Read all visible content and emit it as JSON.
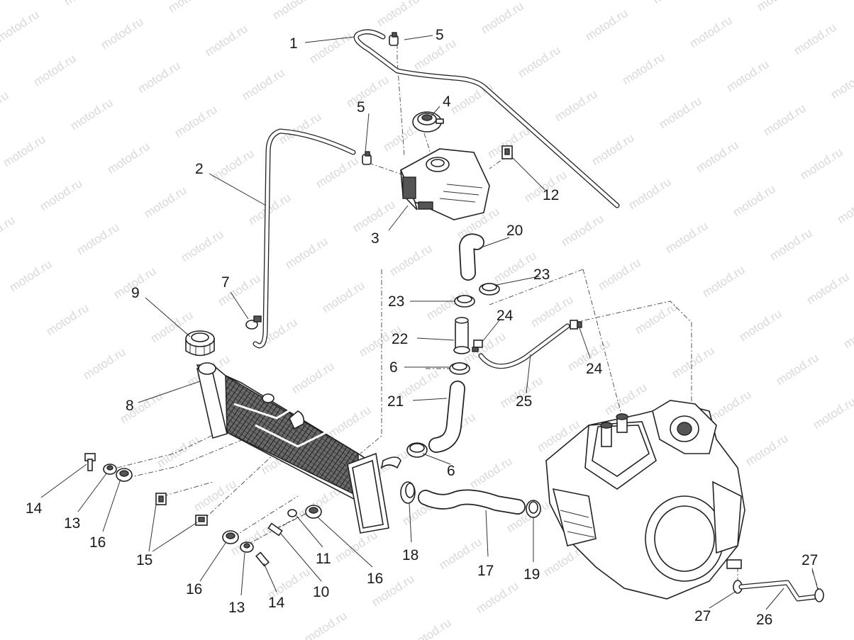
{
  "watermark": {
    "text": "motod.ru"
  },
  "callouts": [
    {
      "id": "c1",
      "label": "1"
    },
    {
      "id": "c5a",
      "label": "5"
    },
    {
      "id": "c5b",
      "label": "5"
    },
    {
      "id": "c4",
      "label": "4"
    },
    {
      "id": "c2",
      "label": "2"
    },
    {
      "id": "c12",
      "label": "12"
    },
    {
      "id": "c3",
      "label": "3"
    },
    {
      "id": "c20",
      "label": "20"
    },
    {
      "id": "c23a",
      "label": "23"
    },
    {
      "id": "c23b",
      "label": "23"
    },
    {
      "id": "c7",
      "label": "7"
    },
    {
      "id": "c9",
      "label": "9"
    },
    {
      "id": "c24a",
      "label": "24"
    },
    {
      "id": "c24b",
      "label": "24"
    },
    {
      "id": "c22",
      "label": "22"
    },
    {
      "id": "c6a",
      "label": "6"
    },
    {
      "id": "c6b",
      "label": "6"
    },
    {
      "id": "c8",
      "label": "8"
    },
    {
      "id": "c21",
      "label": "21"
    },
    {
      "id": "c25",
      "label": "25"
    },
    {
      "id": "c14a",
      "label": "14"
    },
    {
      "id": "c14b",
      "label": "14"
    },
    {
      "id": "c13a",
      "label": "13"
    },
    {
      "id": "c13b",
      "label": "13"
    },
    {
      "id": "c16a",
      "label": "16"
    },
    {
      "id": "c16b",
      "label": "16"
    },
    {
      "id": "c16c",
      "label": "16"
    },
    {
      "id": "c15",
      "label": "15"
    },
    {
      "id": "c11",
      "label": "11"
    },
    {
      "id": "c10",
      "label": "10"
    },
    {
      "id": "c18",
      "label": "18"
    },
    {
      "id": "c17",
      "label": "17"
    },
    {
      "id": "c19",
      "label": "19"
    },
    {
      "id": "c27a",
      "label": "27"
    },
    {
      "id": "c27b",
      "label": "27"
    },
    {
      "id": "c26",
      "label": "26"
    }
  ],
  "parts": [
    {
      "name": "overflow-hose-1"
    },
    {
      "name": "hose-clamp-5"
    },
    {
      "name": "radiator-cap-4"
    },
    {
      "name": "breather-hose-2"
    },
    {
      "name": "clip-12"
    },
    {
      "name": "expansion-tank-3"
    },
    {
      "name": "elbow-hose-20"
    },
    {
      "name": "hose-clamp-23"
    },
    {
      "name": "hose-clamp-7"
    },
    {
      "name": "filler-cap-9"
    },
    {
      "name": "small-clamp-24"
    },
    {
      "name": "pipe-22"
    },
    {
      "name": "clamp-6"
    },
    {
      "name": "radiator-8"
    },
    {
      "name": "elbow-hose-21"
    },
    {
      "name": "bypass-hose-25"
    },
    {
      "name": "bolt-14"
    },
    {
      "name": "bushing-13"
    },
    {
      "name": "grommet-16"
    },
    {
      "name": "clip-nut-15"
    },
    {
      "name": "washer-11"
    },
    {
      "name": "screw-10"
    },
    {
      "name": "clamp-18"
    },
    {
      "name": "lower-hose-17"
    },
    {
      "name": "clamp-19"
    },
    {
      "name": "clamp-27"
    },
    {
      "name": "drain-hose-26"
    },
    {
      "name": "engine-assembly"
    }
  ]
}
